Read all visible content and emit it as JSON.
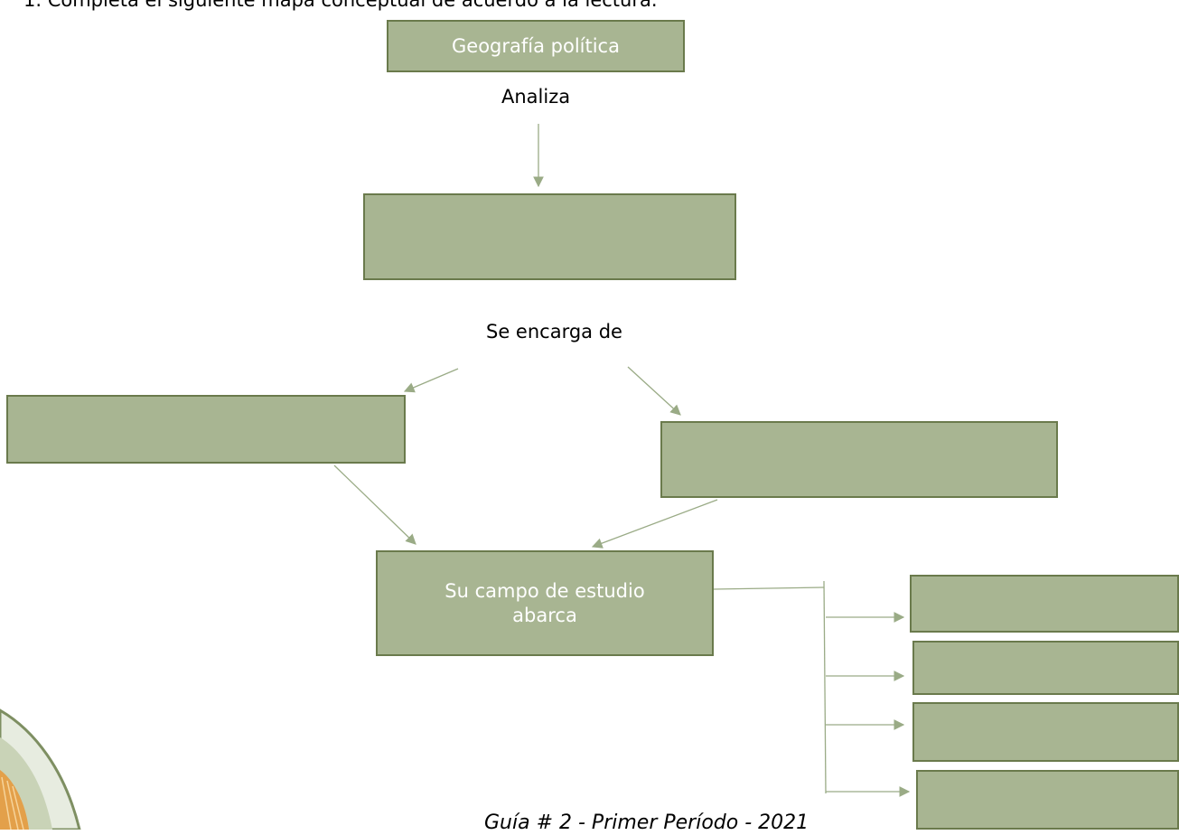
{
  "instruction": "1.   Completa el siguiente mapa conceptual de acuerdo a la lectura.",
  "nodes": {
    "root": "Geografía política",
    "analiza_target": "",
    "left_task": "",
    "right_task": "",
    "campo": "Su campo de estudio abarca",
    "scope_1": "",
    "scope_2": "",
    "scope_3": "",
    "scope_4": ""
  },
  "links": {
    "analiza": "Analiza",
    "se_encarga": "Se encarga de"
  },
  "footer": "Guía # 2 - Primer Período - 2021",
  "colors": {
    "box_fill": "#a8b592",
    "box_border": "#6a7a4c",
    "connector": "#9aab86"
  }
}
